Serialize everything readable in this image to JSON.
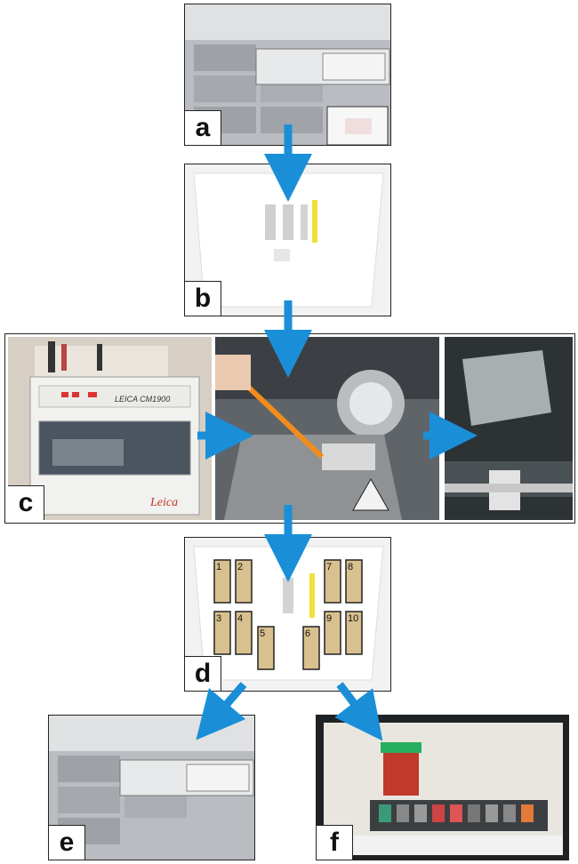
{
  "panels": {
    "a": {
      "label": "a"
    },
    "b": {
      "label": "b"
    },
    "c": {
      "label": "c",
      "instrument_brand": "Leica",
      "instrument_model": "LEICA CM1900"
    },
    "d": {
      "label": "d",
      "slide_numbers": [
        "1",
        "2",
        "3",
        "4",
        "5",
        "6",
        "7",
        "8",
        "9",
        "10"
      ]
    },
    "e": {
      "label": "e"
    },
    "f": {
      "label": "f"
    }
  },
  "colors": {
    "arrow": "#1a8fd8",
    "slide_fill": "#d9c08f",
    "frame": "#222222"
  }
}
